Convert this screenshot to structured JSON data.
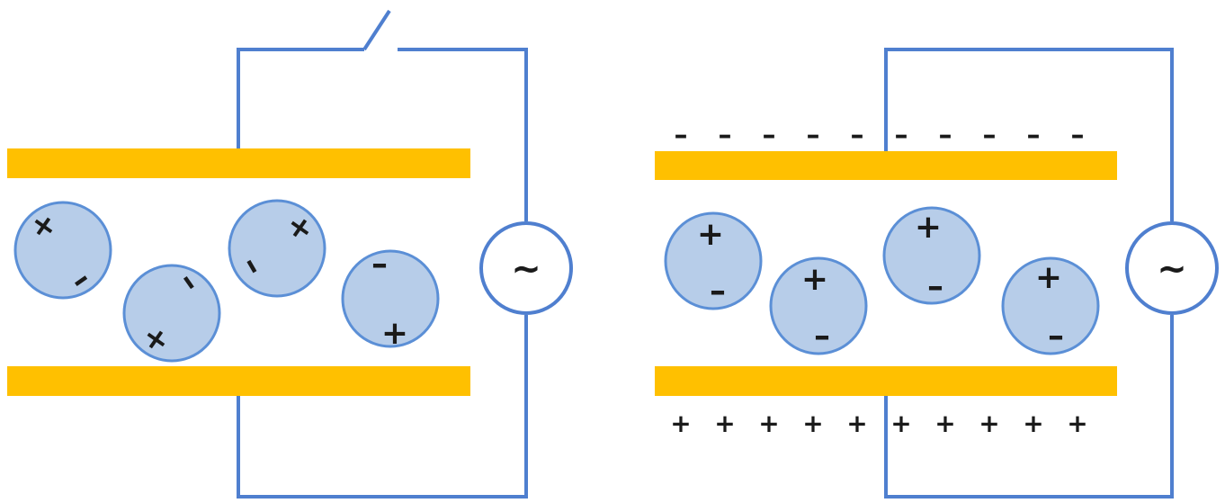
{
  "colors": {
    "wire": "#4f7fcf",
    "plate": "#ffc000",
    "molecule_fill": "#b7cde9",
    "molecule_stroke": "#5b8fd6",
    "sign": "#1a1a1a",
    "source_fill": "#ffffff"
  },
  "panels": [
    {
      "id": "left",
      "switch_state": "open",
      "source_symbol": "~",
      "molecules": [
        {
          "signs": [
            "+",
            "–"
          ]
        },
        {
          "signs": [
            "–",
            "+"
          ]
        },
        {
          "signs": [
            "–",
            "+"
          ]
        },
        {
          "signs": [
            "–",
            "+"
          ]
        }
      ],
      "surface_charges": {
        "top": "",
        "bottom": ""
      }
    },
    {
      "id": "right",
      "switch_state": "closed",
      "source_symbol": "~",
      "molecules": [
        {
          "signs": [
            "+",
            "–"
          ]
        },
        {
          "signs": [
            "+",
            "–"
          ]
        },
        {
          "signs": [
            "+",
            "–"
          ]
        },
        {
          "signs": [
            "+",
            "–"
          ]
        }
      ],
      "surface_charges": {
        "top": "–",
        "bottom": "+"
      }
    }
  ]
}
